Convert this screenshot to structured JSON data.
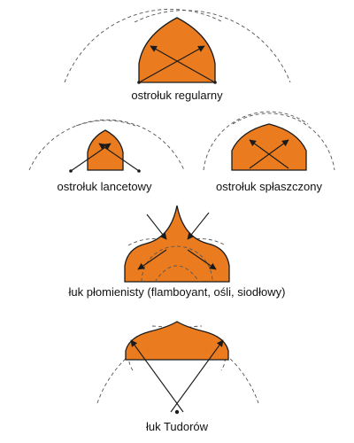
{
  "colors": {
    "fill": "#ea7c1f",
    "stroke": "#1a1a1a",
    "guide": "#555555",
    "text": "#111111"
  },
  "arches": [
    {
      "id": "regular",
      "label": "ostrołuk regularny"
    },
    {
      "id": "lancet",
      "label": "ostrołuk lancetowy"
    },
    {
      "id": "flattened",
      "label": "ostrołuk spłaszczony"
    },
    {
      "id": "flamboyant",
      "label": "łuk płomienisty (flamboyant, ośli, siodłowy)"
    },
    {
      "id": "tudor",
      "label": "łuk Tudorów"
    }
  ]
}
